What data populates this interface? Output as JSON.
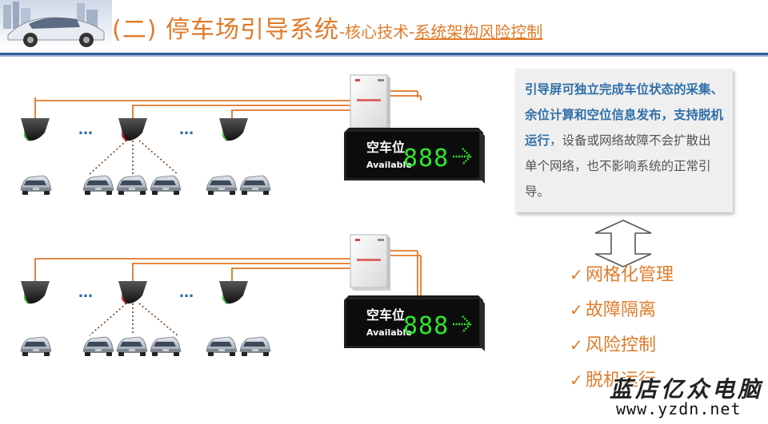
{
  "header": {
    "title_main": "(二) 停车场引导系统",
    "separator1": "-",
    "subtitle1": "核心技术",
    "separator2": "-",
    "subtitle2": "系统架构风险控制"
  },
  "diagram": {
    "dots": "…",
    "display_label_cn": "空车位",
    "display_label_en": "Available",
    "display_digits": "888"
  },
  "description": {
    "bold_text": "引导屏可独立完成车位状态的采集、余位计算和空位信息发布，支持脱机运行",
    "normal_text": "，设备或网络故障不会扩散出单个网络，也不影响系统的正常引导。"
  },
  "features": [
    "网格化管理",
    "故障隔离",
    "风险控制",
    "脱机运行"
  ],
  "watermark": {
    "name": "蓝店亿众电脑",
    "url": "www.yzdn.net"
  },
  "colors": {
    "accent_orange": "#e07b2a",
    "desc_blue": "#2f6fa8",
    "sensor_green": "#3cc43c",
    "sensor_red": "#e02020",
    "led_green": "#2ee62e"
  },
  "icons": {
    "check": "✓",
    "double_arrow": "double-arrow-icon"
  }
}
